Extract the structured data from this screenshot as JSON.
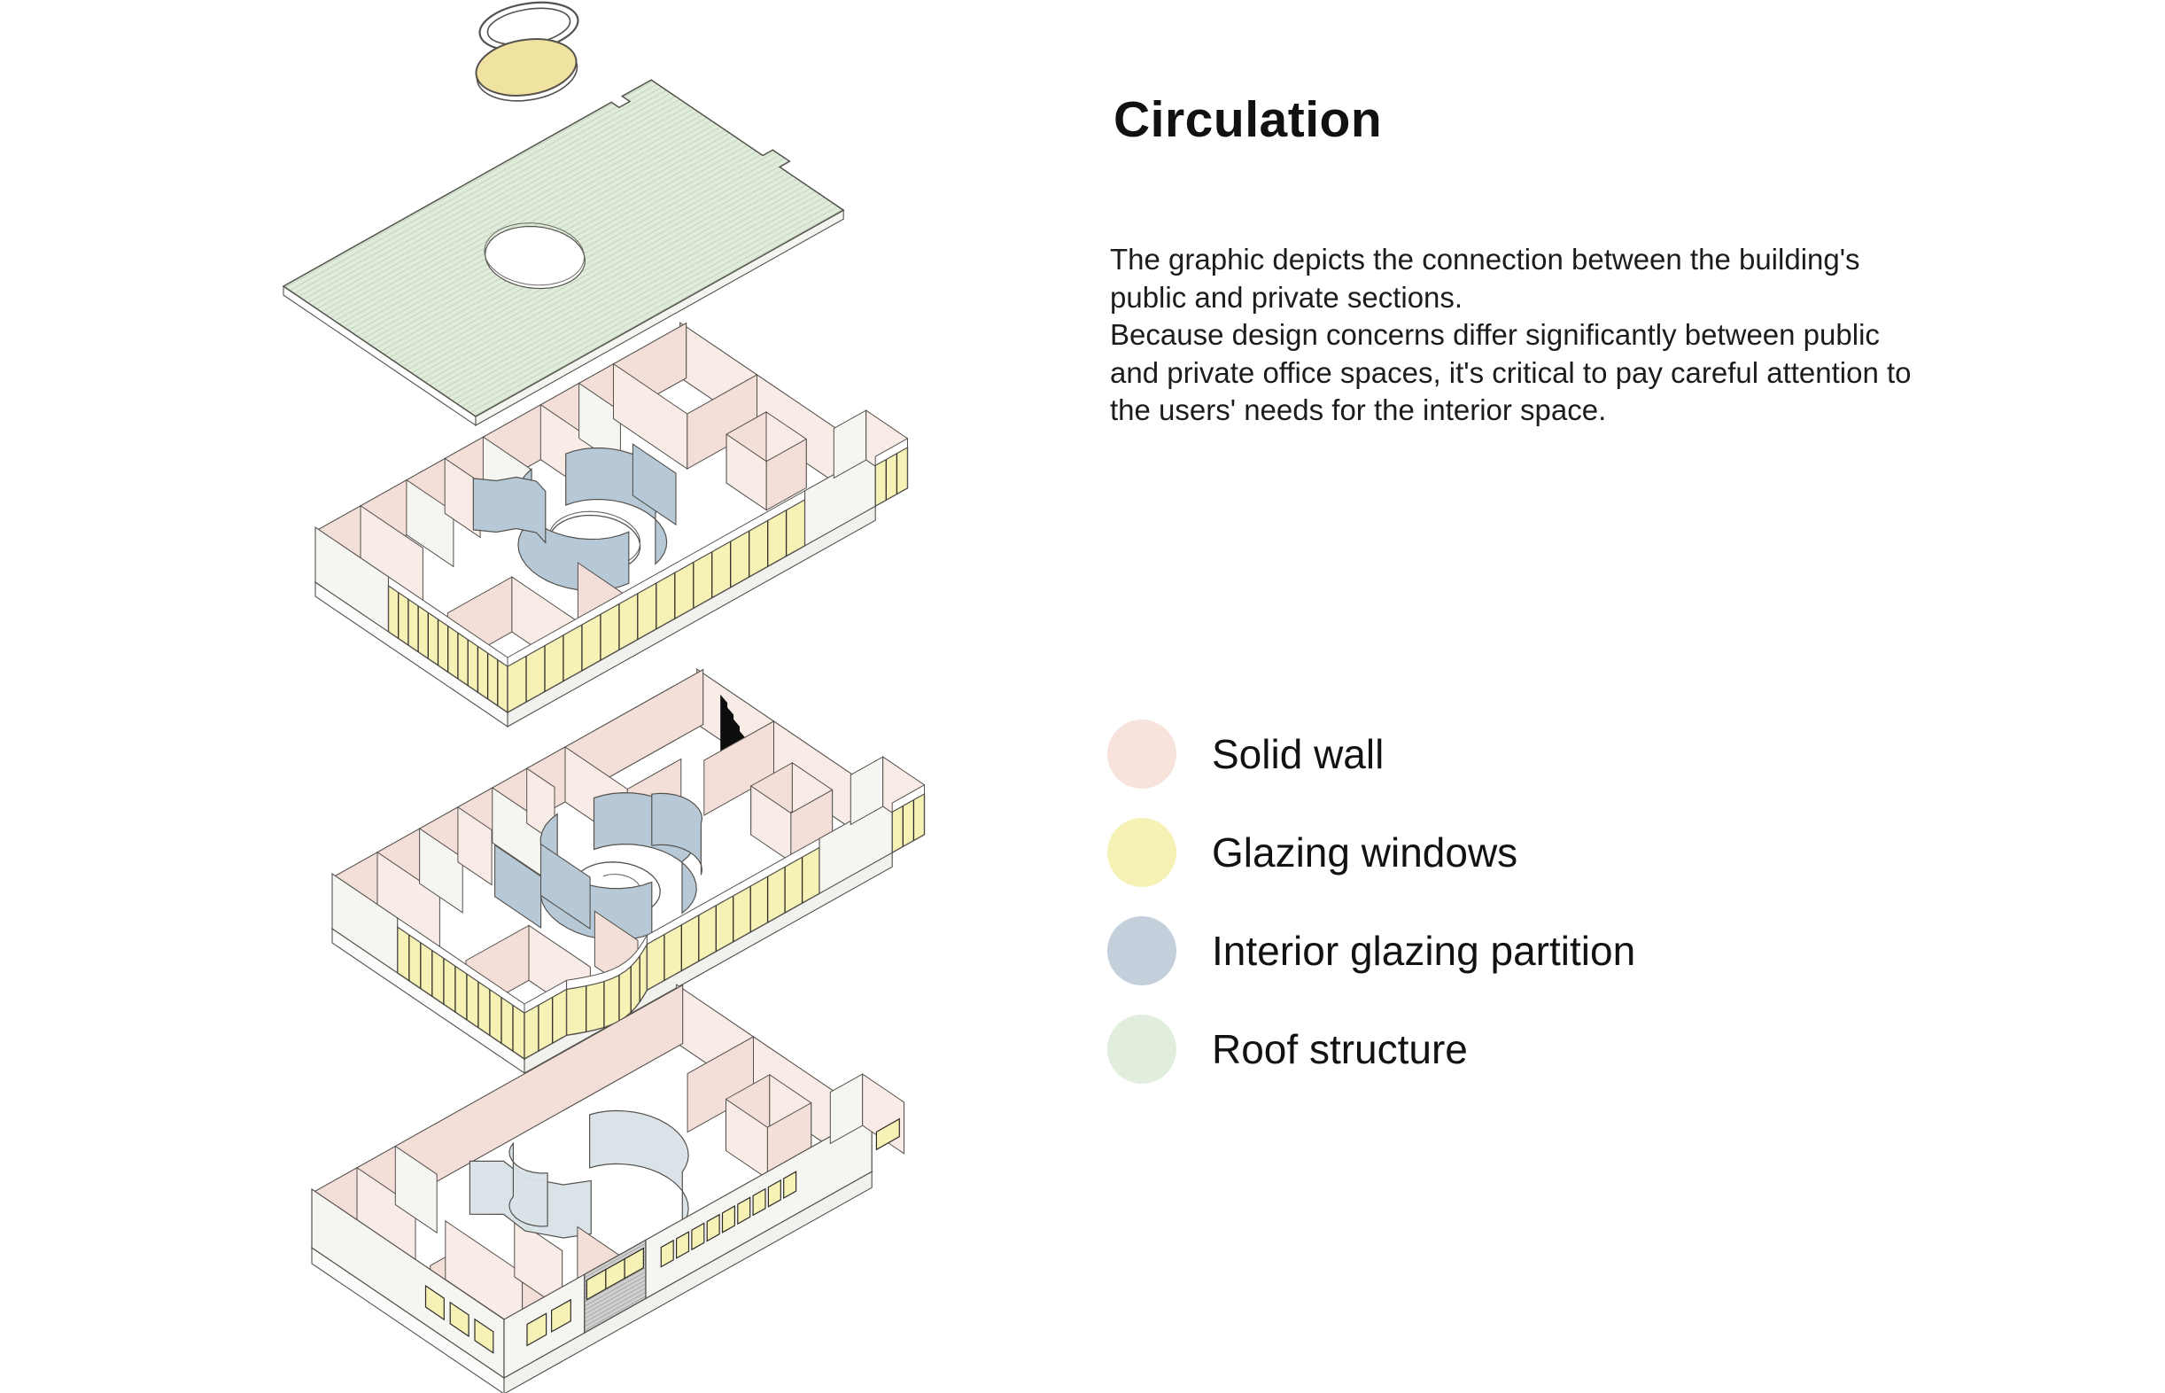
{
  "header": {
    "title": "Circulation"
  },
  "description": {
    "lines": [
      "The graphic depicts the connection between the building's",
      "public and private sections.",
      "Because design concerns differ significantly between public",
      "and private office spaces, it's critical to pay careful attention to",
      "the users' needs for the interior space."
    ]
  },
  "legend": {
    "items": [
      {
        "label": "Solid wall",
        "color": "#f7e3dc"
      },
      {
        "label": "Glazing windows",
        "color": "#f6f2b6"
      },
      {
        "label": "Interior glazing partition",
        "color": "#c3d0db"
      },
      {
        "label": "Roof structure",
        "color": "#e2eedd"
      }
    ]
  },
  "diagram": {
    "layers": [
      "skylight",
      "roof",
      "second-floor",
      "first-floor",
      "ground-floor"
    ],
    "colors": {
      "outline": "#55524e",
      "solid_wall": "#f4dfd8",
      "solid_wall_light": "#f9ebe5",
      "wall_white": "#f5f5f2",
      "glazing_window": "#f6f1b5",
      "glazing_frame": "#2e2c28",
      "glazing_partition": "#b7c9d6",
      "glazing_partition_light": "#d8e2e6",
      "roof_fill": "#e0ecdb",
      "roof_hatch": "#bad1b2",
      "skylight_yellow": "#f0e2a0",
      "stair": "#0d0d0d",
      "slab": "#ffffff"
    }
  }
}
